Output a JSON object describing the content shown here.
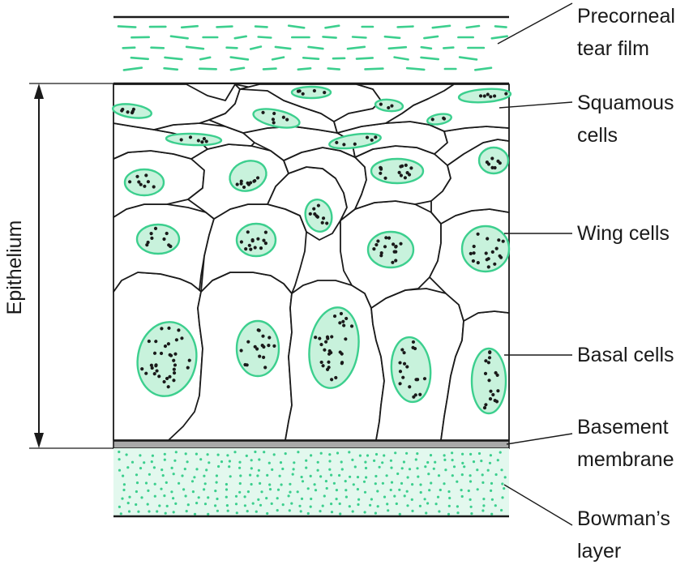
{
  "labels": {
    "precorneal_line1": "Precorneal",
    "precorneal_line2": "tear film",
    "squamous_line1": "Squamous",
    "squamous_line2": "cells",
    "wing": "Wing cells",
    "basal": "Basal cells",
    "basement_line1": "Basement",
    "basement_line2": "membrane",
    "bowman_line1": "Bowman’s",
    "bowman_line2": "layer",
    "epithelium": "Epithelium"
  },
  "colors": {
    "accent_green": "#3ccf8e",
    "nucleus_fill": "#c8f2dc",
    "bowman_fill": "#e3f8ee",
    "membrane_gray": "#a9a9a9",
    "ink": "#1a1a1a"
  }
}
